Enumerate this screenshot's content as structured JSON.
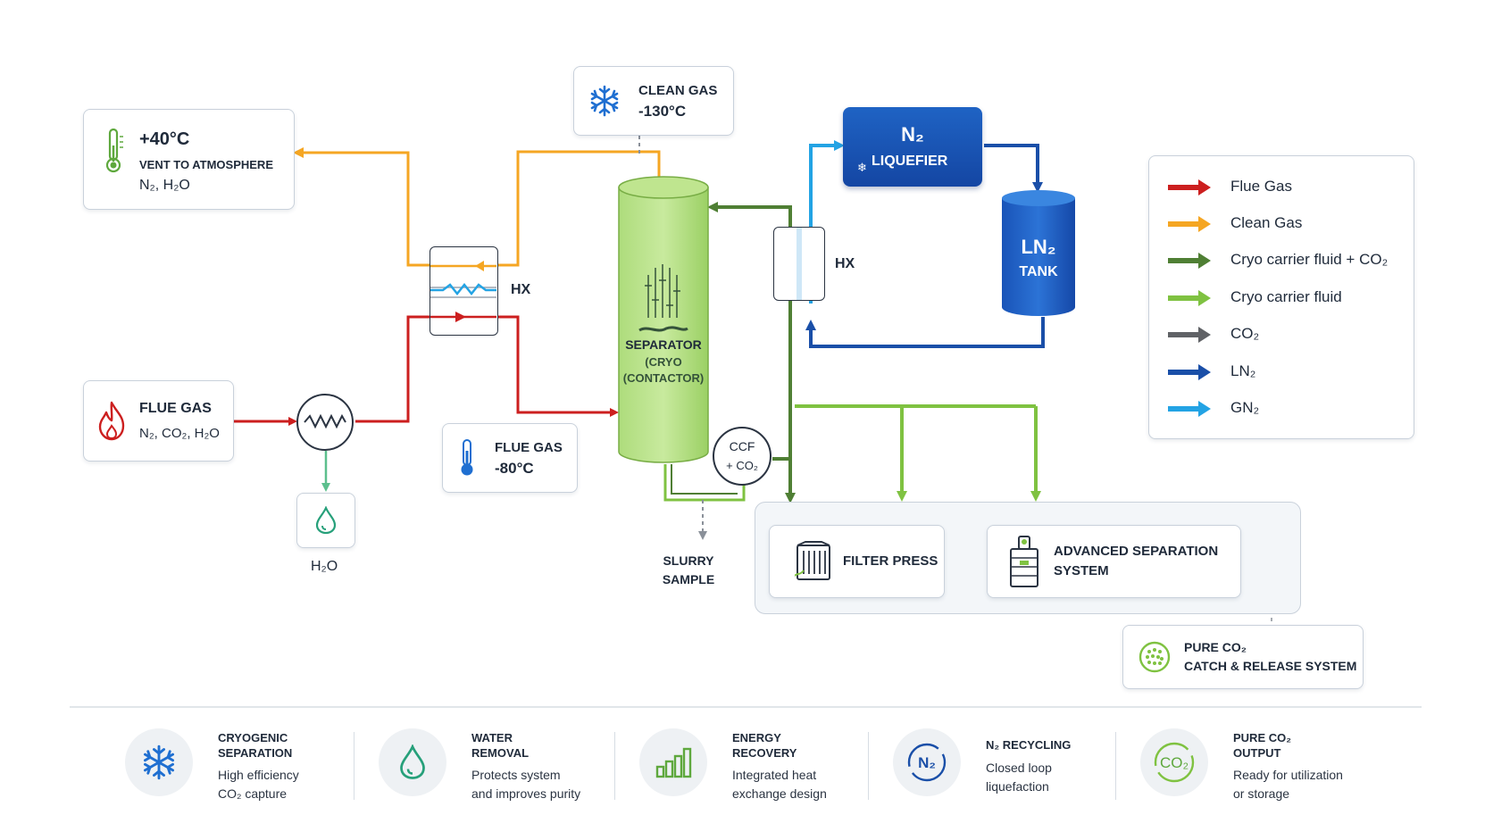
{
  "colors": {
    "flue_gas": "#cc1f1f",
    "clean_gas": "#f5a623",
    "cryo_co2": "#4f7f34",
    "cryo": "#7fc241",
    "co2": "#606266",
    "ln2": "#1a4fa8",
    "gn2": "#23a3e4"
  },
  "vent": {
    "temp": "+40°C",
    "label": "VENT TO ATMOSPHERE",
    "gases": "N₂, H₂O",
    "icon": "thermometer-icon"
  },
  "clean_gas_box": {
    "title": "CLEAN GAS",
    "temp": "-130°C",
    "icon": "snowflake-icon"
  },
  "flue_gas_box": {
    "title": "FLUE GAS",
    "gases": "N₂, CO₂, H₂O",
    "icon": "flame-icon"
  },
  "flue_gas_cold": {
    "title": "FLUE GAS",
    "temp": "-80°C",
    "icon": "thermometer-icon"
  },
  "water_out": {
    "label": "H₂O",
    "icon": "droplet-icon"
  },
  "hx_left": {
    "label": "HX"
  },
  "hx_right": {
    "label": "HX"
  },
  "separator": {
    "line1": "SEPARATOR",
    "line2": "(CRYO",
    "line3": "(CONTACTOR)"
  },
  "ccf": {
    "line1": "CCF",
    "line2": "+ CO₂"
  },
  "slurry": {
    "line1": "SLURRY",
    "line2": "SAMPLE"
  },
  "liquefier": {
    "line1": "N₂",
    "line2": "LIQUEFIER"
  },
  "tank": {
    "line1": "LN₂",
    "line2": "TANK"
  },
  "filter_press": {
    "label": "FILTER PRESS"
  },
  "adv_sep": {
    "line1": "ADVANCED SEPARATION",
    "line2": "SYSTEM"
  },
  "pure_co2": {
    "line1": "PURE CO₂",
    "line2": "CATCH & RELEASE SYSTEM"
  },
  "legend": [
    {
      "label": "Flue Gas",
      "color": "#cc1f1f"
    },
    {
      "label": "Clean Gas",
      "color": "#f5a623"
    },
    {
      "label": "Cryo carrier fluid + CO₂",
      "color": "#4f7f34"
    },
    {
      "label": "Cryo carrier fluid",
      "color": "#7fc241"
    },
    {
      "label": "CO₂",
      "color": "#606266"
    },
    {
      "label": "LN₂",
      "color": "#1a4fa8"
    },
    {
      "label": "GN₂",
      "color": "#23a3e4"
    }
  ],
  "features": [
    {
      "title": "CRYOGENIC\nSEPARATION",
      "desc": "High efficiency\nCO₂ capture",
      "icon": "snowflake-icon"
    },
    {
      "title": "WATER\nREMOVAL",
      "desc": "Protects system\nand improves purity",
      "icon": "droplet-icon"
    },
    {
      "title": "ENERGY\nRECOVERY",
      "desc": "Integrated heat\nexchange design",
      "icon": "bar-chart-icon"
    },
    {
      "title": "N₂ RECYCLING",
      "desc": "Closed loop\nliquefaction",
      "icon": "n2-cycle-icon"
    },
    {
      "title": "PURE CO₂\nOUTPUT",
      "desc": "Ready for utilization\nor storage",
      "icon": "co2-cycle-icon"
    }
  ]
}
